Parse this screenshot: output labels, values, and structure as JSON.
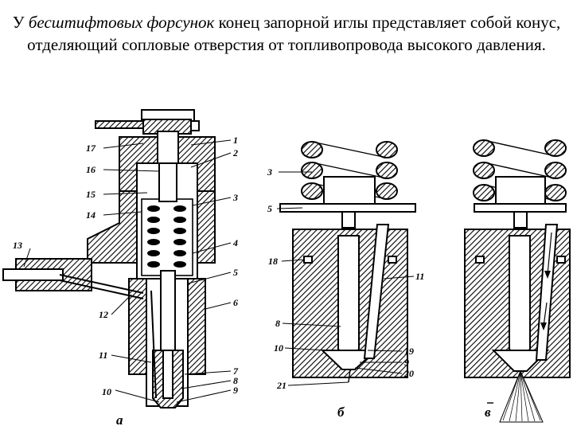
{
  "heading": {
    "prefix": "У ",
    "emphasis": "бесштифтовых форсунок",
    "rest": " конец запорной иглы представляет собой конус, отделяющий сопловые отверстия от топливопровода высокого давления."
  },
  "diagram": {
    "figures": [
      {
        "caption": "а",
        "labels": [
          "17",
          "16",
          "15",
          "14",
          "13",
          "12",
          "11",
          "10",
          "1",
          "2",
          "3",
          "4",
          "5",
          "6",
          "7",
          "8",
          "9"
        ]
      },
      {
        "caption": "б",
        "labels": [
          "3",
          "5",
          "18",
          "8",
          "10",
          "21",
          "11",
          "19",
          "9",
          "20"
        ]
      },
      {
        "caption": "в",
        "labels": []
      }
    ]
  }
}
